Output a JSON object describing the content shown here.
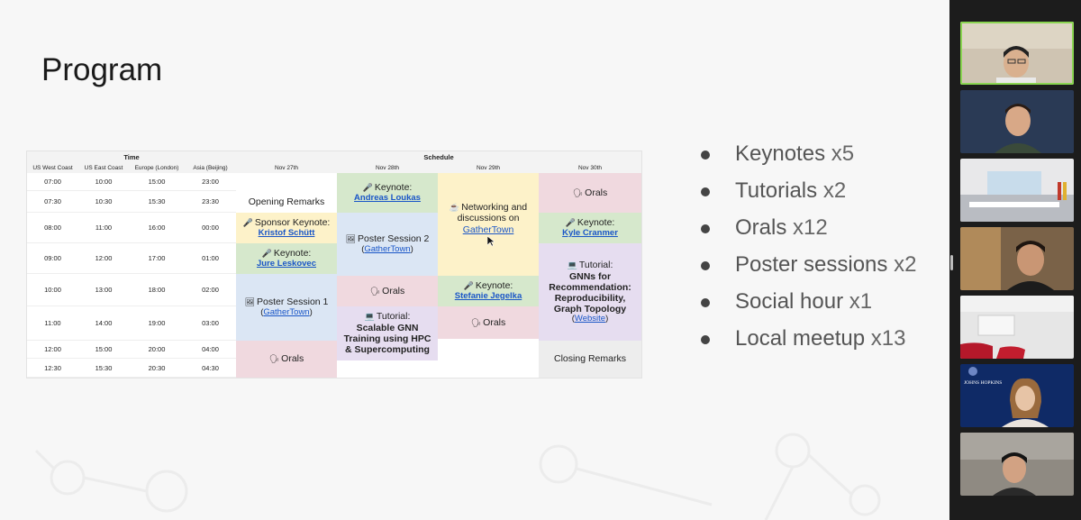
{
  "slide": {
    "title": "Program",
    "schedule": {
      "time_header": "Time",
      "schedule_header": "Schedule",
      "zones": [
        "US West Coast",
        "US East Coast",
        "Europe (London)",
        "Asia (Beijing)"
      ],
      "days": [
        "Nov 27th",
        "Nov 28th",
        "Nov 29th",
        "Nov 30th"
      ],
      "rows": [
        [
          "07:00",
          "10:00",
          "15:00",
          "23:00"
        ],
        [
          "07:30",
          "10:30",
          "15:30",
          "23:30"
        ],
        [
          "08:00",
          "11:00",
          "16:00",
          "00:00"
        ],
        [
          "09:00",
          "12:00",
          "17:00",
          "01:00"
        ],
        [
          "10:00",
          "13:00",
          "18:00",
          "02:00"
        ],
        [
          "11:00",
          "14:00",
          "19:00",
          "03:00"
        ],
        [
          "12:00",
          "15:00",
          "20:00",
          "04:00"
        ],
        [
          "12:30",
          "15:30",
          "20:30",
          "04:30"
        ]
      ],
      "nov27": {
        "opening": "Opening Remarks",
        "sponsor_label": "Sponsor Keynote:",
        "sponsor_name": "Kristof Schütt",
        "keynote_label": "Keynote:",
        "keynote_name": "Jure Leskovec",
        "poster_label": "Poster Session 1",
        "poster_open": "(",
        "poster_link": "GatherTown",
        "poster_close": ")",
        "orals": "Orals"
      },
      "nov28": {
        "keynote_label": "Keynote:",
        "keynote_name": "Andreas Loukas",
        "poster_label": "Poster Session 2",
        "poster_open": "(",
        "poster_link": "GatherTown",
        "poster_close": ")",
        "orals": "Orals",
        "tutorial_label": "Tutorial:",
        "tutorial_title": "Scalable GNN Training using HPC & Supercomputing"
      },
      "nov29": {
        "networking": "Networking and discussions on",
        "networking_link": "GatherTown",
        "keynote_label": "Keynote:",
        "keynote_name": "Stefanie Jegelka",
        "orals": "Orals"
      },
      "nov30": {
        "orals": "Orals",
        "keynote_label": "Keynote:",
        "keynote_name": "Kyle Cranmer",
        "tutorial_label": "Tutorial:",
        "tutorial_title": "GNNs for Recommendation: Reproducibility, Graph Topology",
        "website_open": "(",
        "website_link": "Website",
        "website_close": ")",
        "closing": "Closing Remarks"
      }
    },
    "bullets": [
      {
        "text": "Keynotes",
        "count": "x5"
      },
      {
        "text": "Tutorials",
        "count": "x2"
      },
      {
        "text": "Orals",
        "count": "x12"
      },
      {
        "text": "Poster sessions",
        "count": "x2"
      },
      {
        "text": "Social hour",
        "count": "x1"
      },
      {
        "text": "Local meetup",
        "count": "x13"
      }
    ]
  },
  "colors": {
    "yellow": "#fdf2c9",
    "green": "#d6e8cc",
    "blue": "#dbe6f4",
    "pink": "#f0d9df",
    "purple": "#e6ddf0",
    "grey": "#ededed",
    "link": "#1a56c7",
    "active_speaker": "#8bd552"
  },
  "icons": {
    "keynote": "microphone-icon",
    "poster": "poster-icon",
    "orals": "orals-icon",
    "tutorial": "laptop-icon",
    "networking": "coffee-icon"
  },
  "sidebar": {
    "participants": [
      "video-tile-1",
      "video-tile-2",
      "video-tile-3",
      "video-tile-4",
      "video-tile-5",
      "video-tile-6",
      "video-tile-7"
    ],
    "tile6_logo": "JOHNS HOPKINS"
  }
}
